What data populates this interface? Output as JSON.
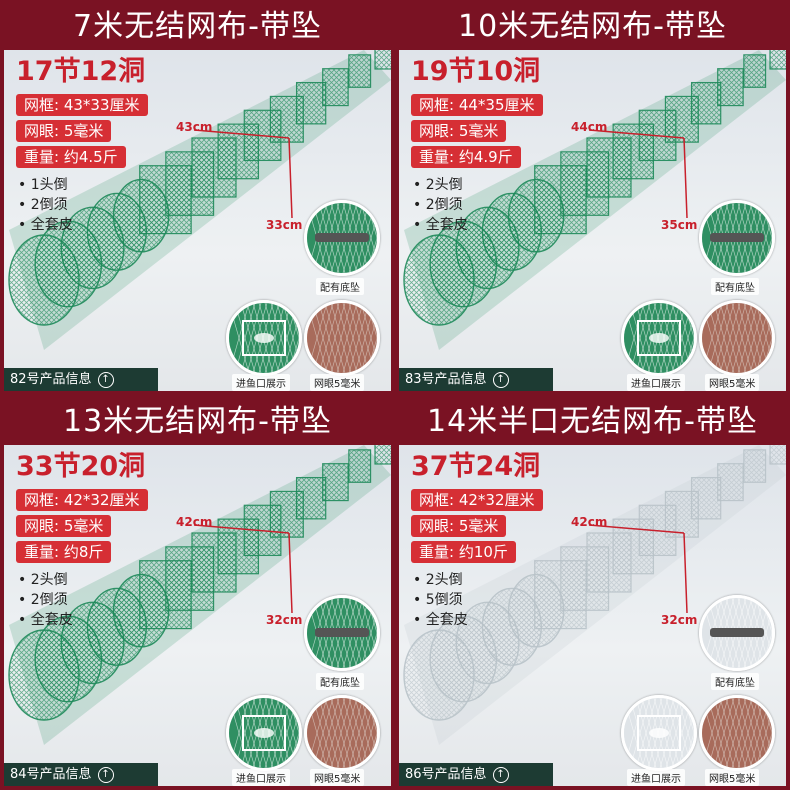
{
  "panels": [
    {
      "title": "7米无结网布-带坠",
      "sections": "17节12洞",
      "tags": [
        "网框: 43*33厘米",
        "网眼: 5毫米",
        "重量: 约4.5斤"
      ],
      "features": [
        "1头倒",
        "2倒须",
        "全套皮"
      ],
      "dim_width": "43cm",
      "dim_height": "33cm",
      "caption_weight": "配有底坠",
      "caption_entry": "进鱼口展示",
      "caption_mesh": "网眼5毫米",
      "footer": "82号产品信息",
      "net_color": "#1e8a5a"
    },
    {
      "title": "10米无结网布-带坠",
      "sections": "19节10洞",
      "tags": [
        "网框: 44*35厘米",
        "网眼: 5毫米",
        "重量: 约4.9斤"
      ],
      "features": [
        "2头倒",
        "2倒须",
        "全套皮"
      ],
      "dim_width": "44cm",
      "dim_height": "35cm",
      "caption_weight": "配有底坠",
      "caption_entry": "进鱼口展示",
      "caption_mesh": "网眼5毫米",
      "footer": "83号产品信息",
      "net_color": "#1e8a5a"
    },
    {
      "title": "13米无结网布-带坠",
      "sections": "33节20洞",
      "tags": [
        "网框: 42*32厘米",
        "网眼: 5毫米",
        "重量: 约8斤"
      ],
      "features": [
        "2头倒",
        "2倒须",
        "全套皮"
      ],
      "dim_width": "42cm",
      "dim_height": "32cm",
      "caption_weight": "配有底坠",
      "caption_entry": "进鱼口展示",
      "caption_mesh": "网眼5毫米",
      "footer": "84号产品信息",
      "net_color": "#1e8a5a"
    },
    {
      "title": "14米半口无结网布-带坠",
      "sections": "37节24洞",
      "tags": [
        "网框: 42*32厘米",
        "网眼: 5毫米",
        "重量: 约10斤"
      ],
      "features": [
        "2头倒",
        "5倒须",
        "全套皮"
      ],
      "dim_width": "42cm",
      "dim_height": "32cm",
      "caption_weight": "配有底坠",
      "caption_entry": "进鱼口展示",
      "caption_mesh": "网眼5毫米",
      "footer": "86号产品信息",
      "net_color": "#b9c3c9"
    }
  ],
  "icons": {
    "footer_arrow": "arrow-up-circle-icon"
  },
  "colors": {
    "frame": "#7a1223",
    "accent_red": "#d62f35",
    "footer_bg": "#1d3b33"
  }
}
